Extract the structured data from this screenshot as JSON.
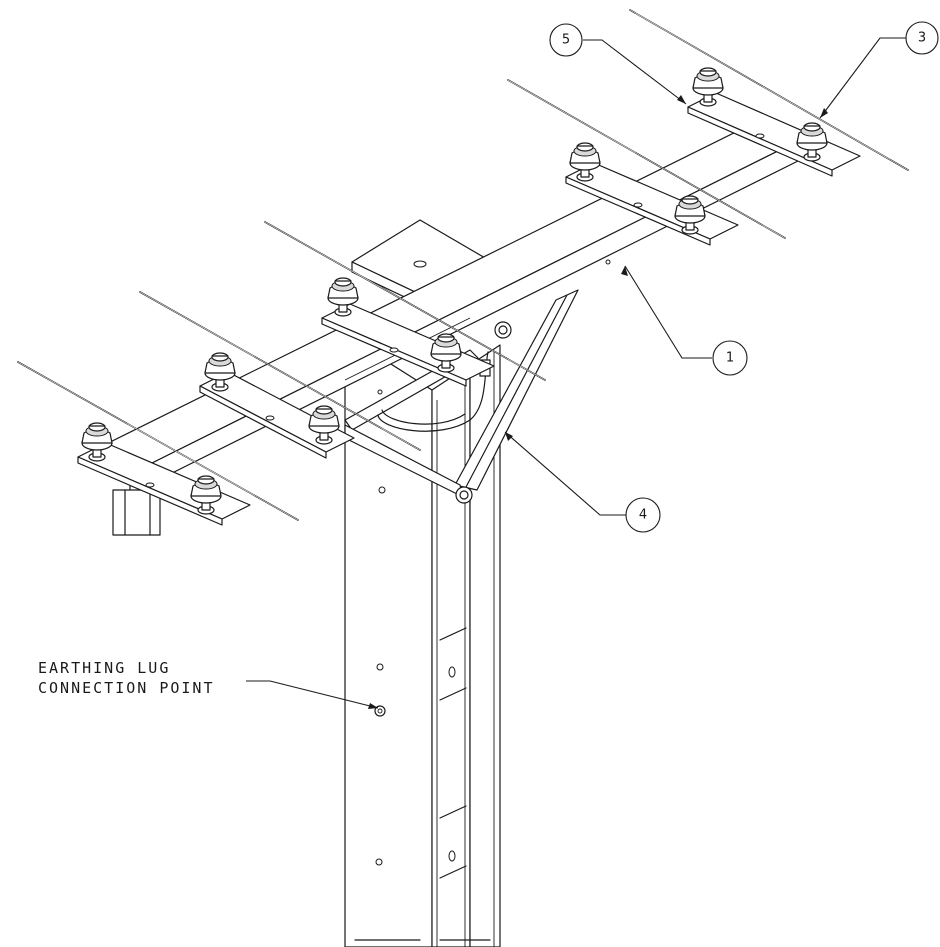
{
  "drawing": {
    "callouts": [
      {
        "id": "callout-1",
        "label": "1"
      },
      {
        "id": "callout-3",
        "label": "3"
      },
      {
        "id": "callout-4",
        "label": "4"
      },
      {
        "id": "callout-5",
        "label": "5"
      }
    ],
    "note": {
      "line1": "EARTHING LUG",
      "line2": "CONNECTION POINT"
    }
  }
}
